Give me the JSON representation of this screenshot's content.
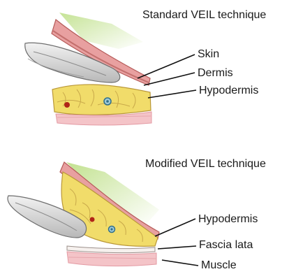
{
  "panels": [
    {
      "title": "Standard VEIL technique",
      "labels": [
        "Skin",
        "Dermis",
        "Hypodermis"
      ]
    },
    {
      "title": "Modified VEIL technique",
      "labels": [
        "Hypodermis",
        "Fascia lata",
        "Muscle"
      ]
    }
  ],
  "colors": {
    "skin": "#e8a0a0",
    "dermis": "#c4706e",
    "fat": "#f1dc6a",
    "fat_shadow": "#c9a94a",
    "muscle": "#e7a7ad",
    "fascia": "#f6f1ee",
    "tissue_green": "#bfe08a",
    "instrument": "#cfcfcf",
    "vessel_red": "#b02418",
    "vessel_blue": "#2f6f8a"
  },
  "icons": [
    "finger-icon",
    "instrument-icon"
  ]
}
